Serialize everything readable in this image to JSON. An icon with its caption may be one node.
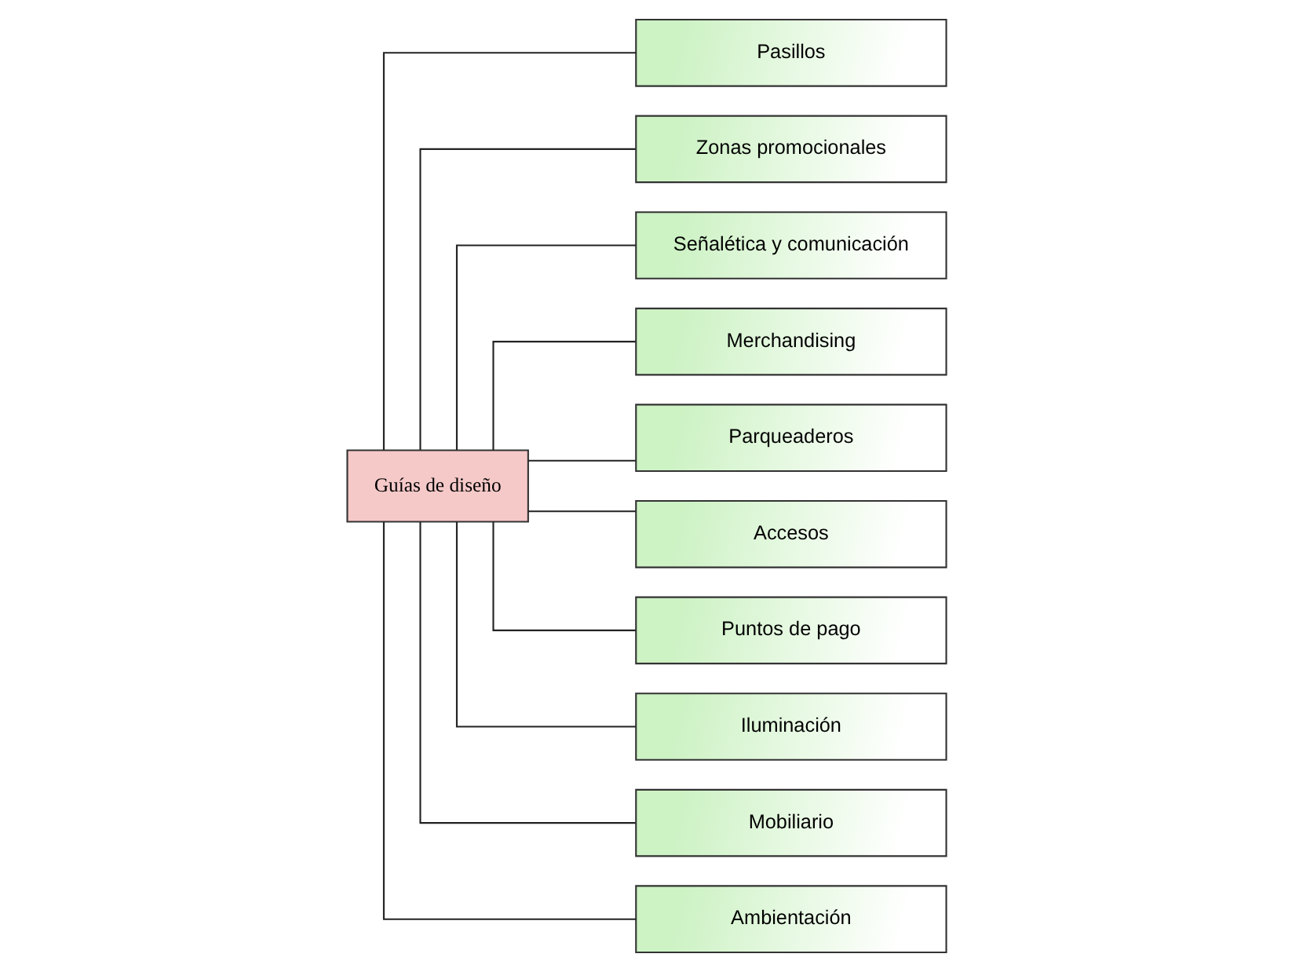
{
  "diagram": {
    "nodes": [
      {
        "text": [
          "Guías de diseño"
        ]
      },
      {
        "text": [
          "Pasillos"
        ]
      },
      {
        "text": [
          "Zonas promocionales"
        ]
      },
      {
        "text": [
          "Señalética y comunicación"
        ]
      },
      {
        "text": [
          "Merchandising"
        ]
      },
      {
        "text": [
          "Parqueaderos"
        ]
      },
      {
        "text": [
          "Accesos"
        ]
      },
      {
        "text": [
          "Puntos de pago"
        ]
      },
      {
        "text": [
          "Iluminación"
        ]
      },
      {
        "text": [
          "Mobiliario"
        ]
      },
      {
        "text": [
          "Ambientación"
        ]
      }
    ],
    "edges": [
      {
        "from": 0,
        "to": 1,
        "arrow": "none"
      },
      {
        "from": 0,
        "to": 2,
        "arrow": "none"
      },
      {
        "from": 0,
        "to": 3,
        "arrow": "none"
      },
      {
        "from": 0,
        "to": 4,
        "arrow": "none"
      },
      {
        "from": 0,
        "to": 5,
        "arrow": "none"
      },
      {
        "from": 0,
        "to": 6,
        "arrow": "none"
      },
      {
        "from": 0,
        "to": 7,
        "arrow": "none"
      },
      {
        "from": 0,
        "to": 8,
        "arrow": "none"
      },
      {
        "from": 0,
        "to": 9,
        "arrow": "none"
      },
      {
        "from": 0,
        "to": 10,
        "arrow": "none"
      }
    ]
  }
}
